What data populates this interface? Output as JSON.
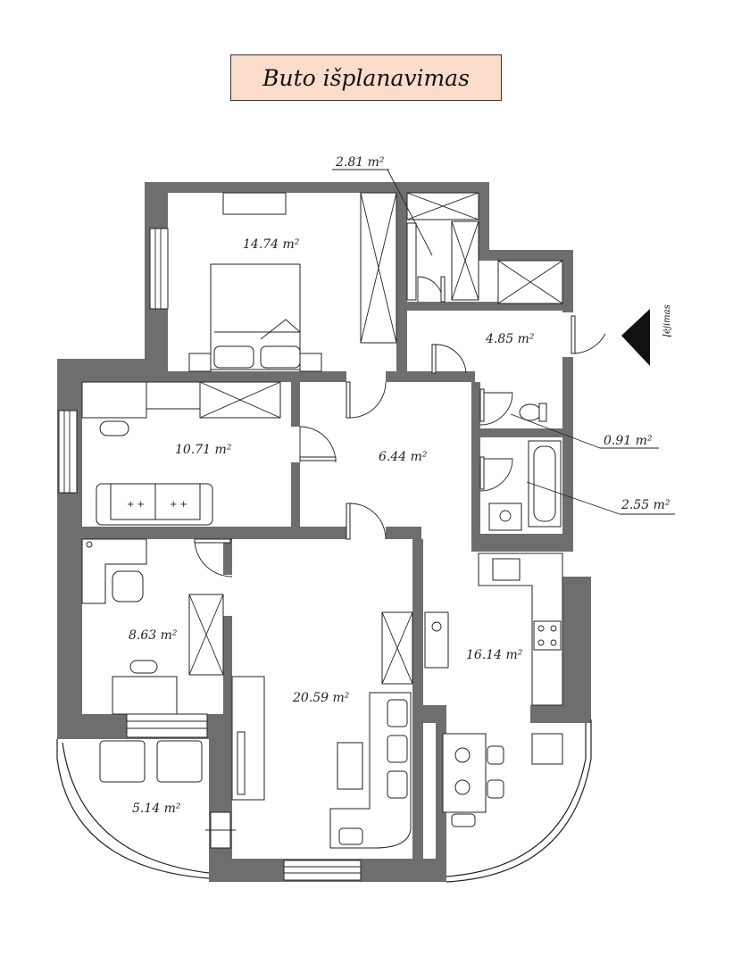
{
  "title": "Buto išplanavimas",
  "entrance_label": "Įėjimas",
  "rooms": [
    {
      "id": "bedroom",
      "area": "14.74 m²"
    },
    {
      "id": "wardrobe",
      "area": "2.81 m²"
    },
    {
      "id": "hall-entry",
      "area": "4.85 m²"
    },
    {
      "id": "wc",
      "area": "0.91 m²"
    },
    {
      "id": "bathroom",
      "area": "2.55 m²"
    },
    {
      "id": "living-left",
      "area": "10.71 m²"
    },
    {
      "id": "corridor",
      "area": "6.44 m²"
    },
    {
      "id": "office",
      "area": "8.63 m²"
    },
    {
      "id": "living-main",
      "area": "20.59 m²"
    },
    {
      "id": "kitchen",
      "area": "16.14 m²"
    },
    {
      "id": "balcony",
      "area": "5.14 m²"
    }
  ],
  "colors": {
    "wall": "#6e6e6e",
    "title_bg": "#fbdccb",
    "line": "#222222"
  },
  "icons": [
    "entrance-arrow-icon",
    "bed-icon",
    "sofa-icon",
    "toilet-icon",
    "bathtub-icon",
    "sink-icon",
    "stove-icon",
    "chair-icon",
    "table-icon",
    "wardrobe-icon"
  ]
}
